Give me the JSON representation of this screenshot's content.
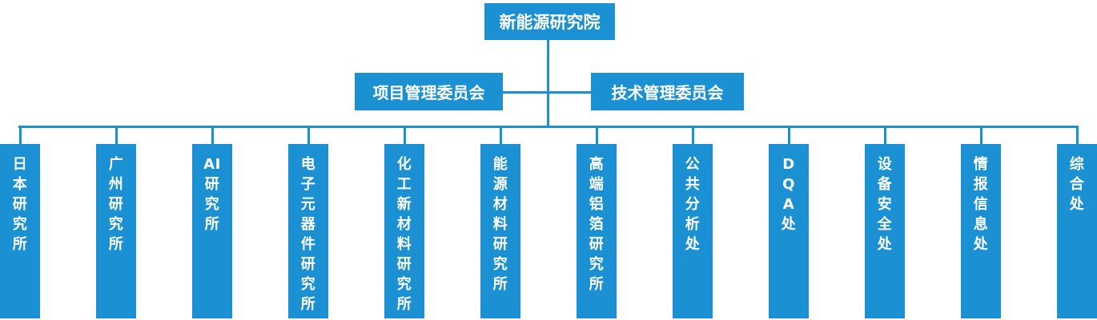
{
  "org": {
    "root": {
      "label": "新能源研究院"
    },
    "committees": [
      {
        "label": "项目管理委员会"
      },
      {
        "label": "技术管理委员会"
      }
    ],
    "departments": [
      {
        "label": "日本研究所",
        "lines": [
          "日",
          "本",
          "研",
          "究",
          "所"
        ]
      },
      {
        "label": "广州研究所",
        "lines": [
          "广",
          "州",
          "研",
          "究",
          "所"
        ]
      },
      {
        "label": "AI研究所",
        "lines": [
          "AI",
          "研",
          "究",
          "所"
        ]
      },
      {
        "label": "电子元器件研究所",
        "lines": [
          "电",
          "子",
          "元",
          "器",
          "件",
          "研",
          "究",
          "所"
        ]
      },
      {
        "label": "化工新材料研究所",
        "lines": [
          "化",
          "工",
          "新",
          "材",
          "料",
          "研",
          "究",
          "所"
        ]
      },
      {
        "label": "能源材料研究所",
        "lines": [
          "能",
          "源",
          "材",
          "料",
          "研",
          "究",
          "所"
        ]
      },
      {
        "label": "高端铝箔研究所",
        "lines": [
          "高",
          "端",
          "铝",
          "箔",
          "研",
          "究",
          "所"
        ]
      },
      {
        "label": "公共分析处",
        "lines": [
          "公",
          "共",
          "分",
          "析",
          "处"
        ]
      },
      {
        "label": "DQA处",
        "lines": [
          "D",
          "Q",
          "A",
          "处"
        ]
      },
      {
        "label": "设备安全处",
        "lines": [
          "设",
          "备",
          "安",
          "全",
          "处"
        ]
      },
      {
        "label": "情报信息处",
        "lines": [
          "情",
          "报",
          "信",
          "息",
          "处"
        ]
      },
      {
        "label": "综合处",
        "lines": [
          "综",
          "合",
          "处"
        ]
      }
    ],
    "colors": {
      "primary": "#1b90d2",
      "node_text": "#ffffff",
      "background": "#ffffff"
    }
  }
}
